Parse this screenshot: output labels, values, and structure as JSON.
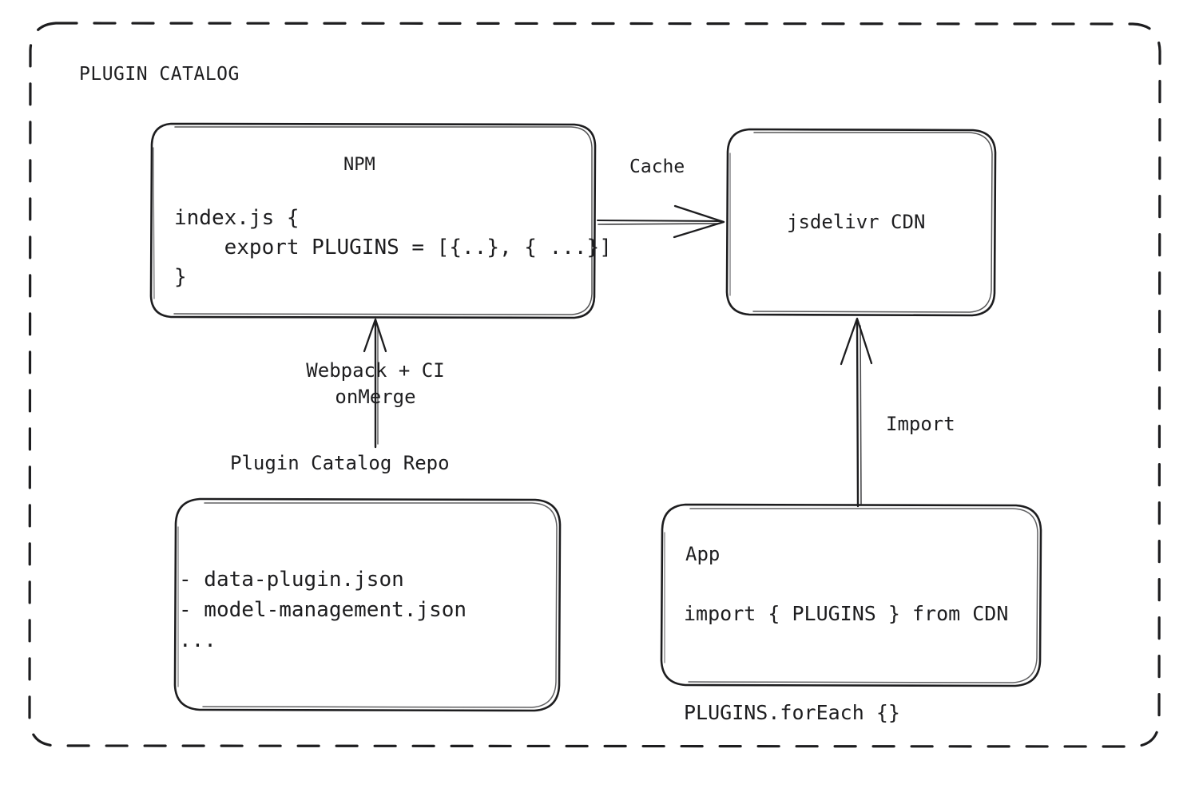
{
  "diagram": {
    "group": {
      "title": "PLUGIN CATALOG"
    },
    "nodes": {
      "npm": {
        "title": "NPM",
        "code": "index.js {\n    export PLUGINS = [{..}, { ...}]\n}"
      },
      "cdn": {
        "title": "jsdelivr CDN"
      },
      "repo": {
        "caption": "Plugin Catalog Repo",
        "files": "- data-plugin.json\n- model-management.json\n..."
      },
      "app": {
        "title": "App",
        "code": "import { PLUGINS } from CDN\n\nPLUGINS.forEach {}"
      }
    },
    "edges": {
      "cache": {
        "label": "Cache"
      },
      "build": {
        "label": "Webpack + CI\nonMerge"
      },
      "import": {
        "label": "Import"
      }
    },
    "colors": {
      "background": "#ffffff",
      "stroke": "#1d1d1f",
      "text": "#1d1d1f"
    }
  }
}
